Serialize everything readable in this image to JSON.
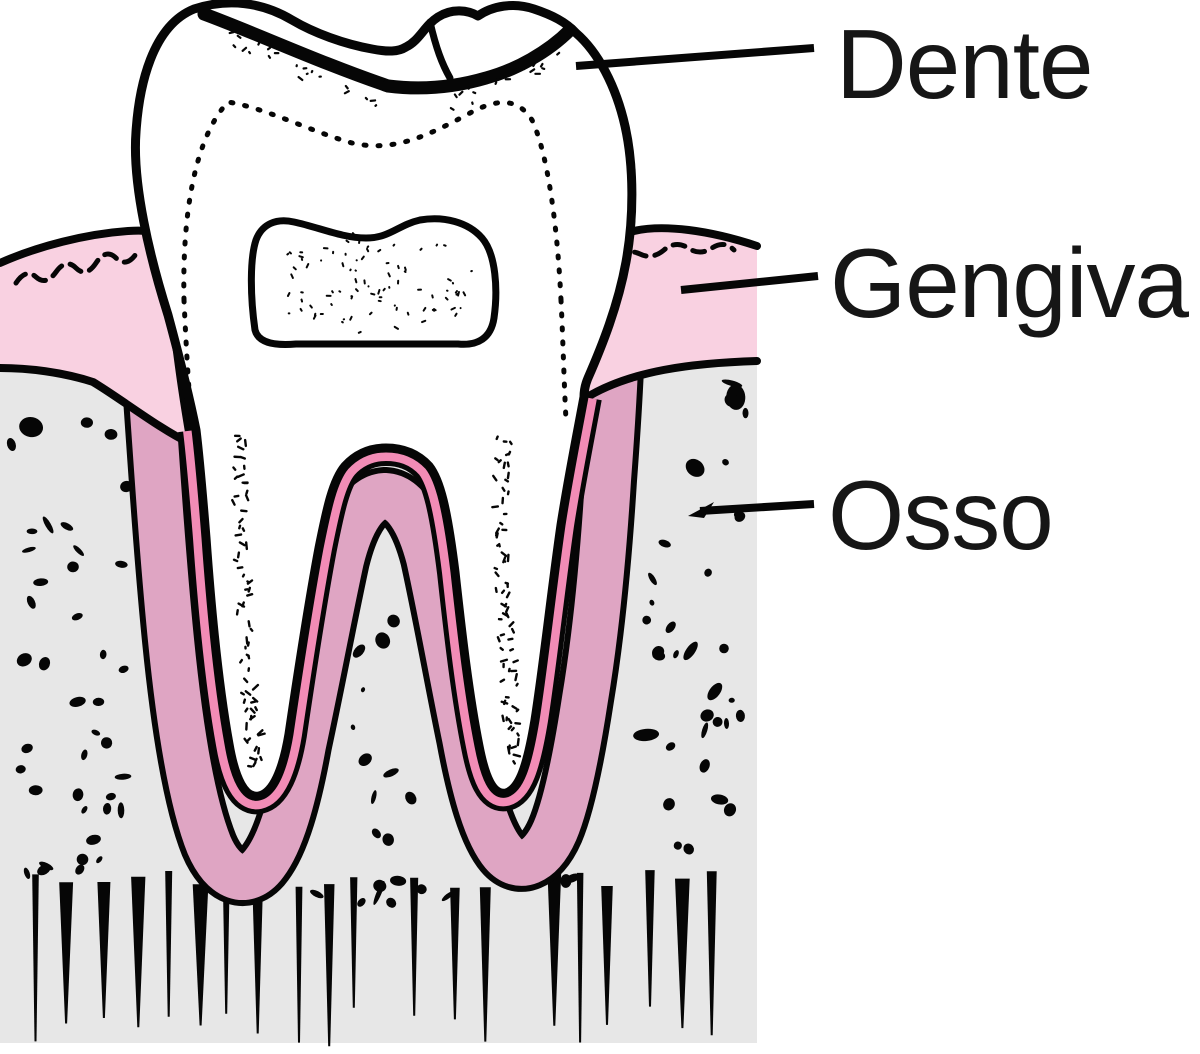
{
  "figure": {
    "title": "tooth anatomy cross-section diagram",
    "labels": {
      "tooth": "Dente",
      "gum": "Gengiva",
      "bone": "Osso"
    }
  },
  "colors": {
    "background": "#FFFFFF",
    "tooth": "#FFFFFF",
    "gum_light": "#F9D1E1",
    "ligament": "#DFA5C3",
    "root_lining": "#F28CB6",
    "bone": "#E7E7E7",
    "outline": "#060606",
    "text": "#161616"
  }
}
